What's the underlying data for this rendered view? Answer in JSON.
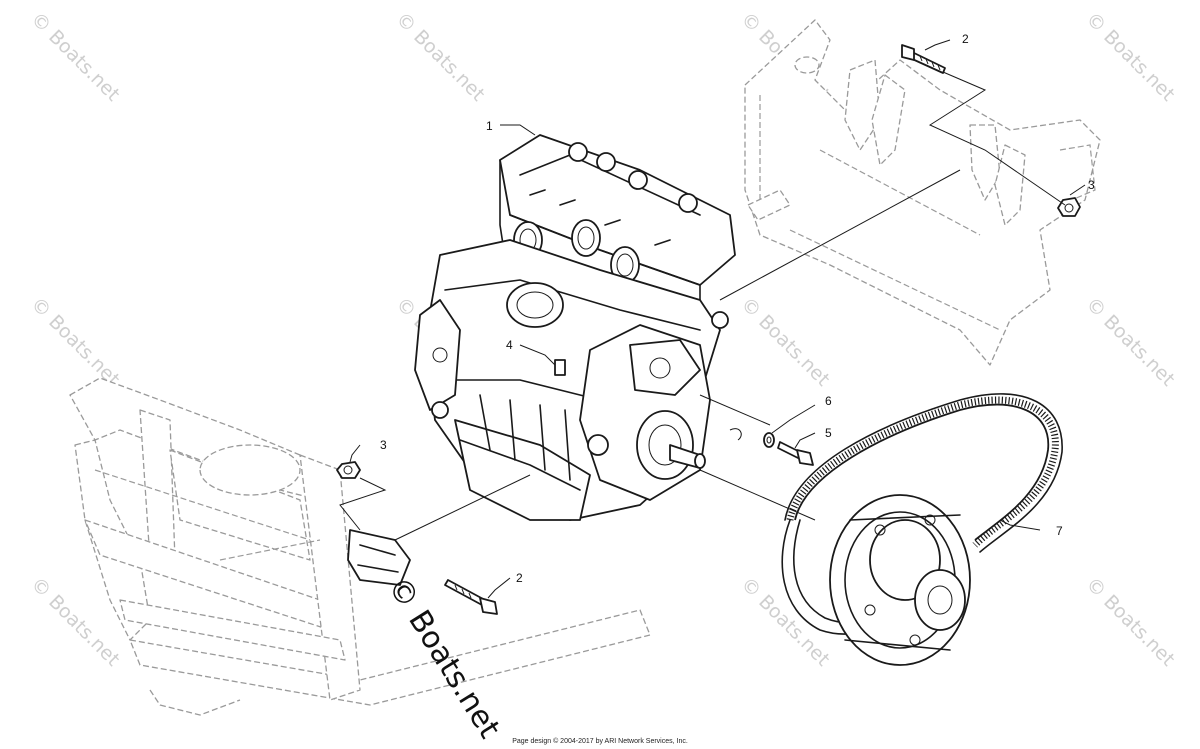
{
  "watermark": {
    "text": "Boats.net",
    "symbol": "©",
    "color": "#cfcfcf"
  },
  "main_watermark": {
    "text": "© Boats.net"
  },
  "callouts": {
    "c1": "1",
    "c2_upper": "2",
    "c2_lower": "2",
    "c3_upper": "3",
    "c3_lower": "3",
    "c4": "4",
    "c5": "5",
    "c6": "6",
    "c7": "7"
  },
  "footer": {
    "text": "Page design © 2004-2017 by ARI Network Services, Inc."
  },
  "icons": {
    "watermark_icon": "copyright-symbol"
  }
}
